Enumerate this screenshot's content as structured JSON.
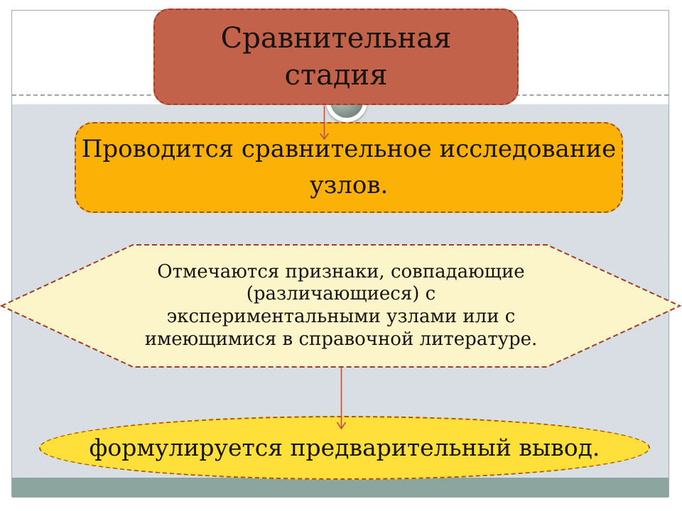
{
  "slide": {
    "title": {
      "text": "Сравнительная стадия"
    },
    "process_box": {
      "text": "Проводится сравнительное исследование узлов."
    },
    "hexagon_box": {
      "text": "Отмечаются признаки, совпадающие (различающиеся) с экспериментальными узлами или с имеющимися в справочной литературе."
    },
    "conclusion_ellipse": {
      "text": "формулируется предварительный вывод."
    },
    "icons": {
      "sphere": "decorative-sphere-icon",
      "connector1": "down-arrow-connector",
      "connector2": "down-arrow-connector"
    },
    "colors": {
      "title_fill": "#c2624b",
      "title_border": "#a13d28",
      "process_fill": "#fbb105",
      "process_border": "#a8511c",
      "hexagon_fill": "#fbf5c9",
      "hexagon_border": "#9e3d2b",
      "conclusion_fill": "#ffe03a",
      "conclusion_border": "#a8511c",
      "background_texture": "#c3ccd4",
      "bottom_band": "#8da59f",
      "arrow": "#c1513b",
      "text": "#171310"
    }
  }
}
